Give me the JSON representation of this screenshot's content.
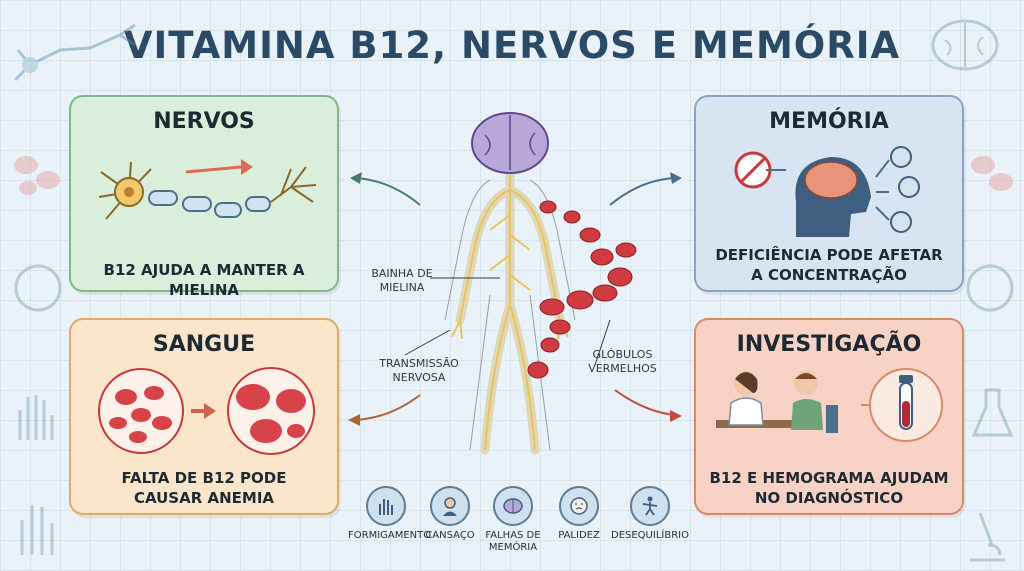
{
  "title": "VITAMINA B12, NERVOS E MEMÓRIA",
  "panels": {
    "nervos": {
      "heading": "NERVOS",
      "caption": "B12 AJUDA A MANTER A MIELINA"
    },
    "memoria": {
      "heading": "MEMÓRIA",
      "caption_line1": "DEFICIÊNCIA PODE AFETAR",
      "caption_line2": "A CONCENTRAÇÃO"
    },
    "sangue": {
      "heading": "SANGUE",
      "caption_line1": "FALTA DE B12 PODE",
      "caption_line2": "CAUSAR ANEMIA"
    },
    "investigacao": {
      "heading": "INVESTIGAÇÃO",
      "caption_line1": "B12 E HEMOGRAMA AJUDAM",
      "caption_line2": "NO DIAGNÓSTICO"
    }
  },
  "callouts": {
    "bainha_line1": "BAINHA DE",
    "bainha_line2": "MIELINA",
    "transmissao_line1": "TRANSMISSÃO",
    "transmissao_line2": "NERVOSA",
    "globulos_line1": "GLÓBULOS",
    "globulos_line2": "VERMELHOS"
  },
  "symptoms": [
    {
      "label": "FORMIGAMENTO",
      "icon": "hand-tingling-icon"
    },
    {
      "label": "CANSAÇO",
      "icon": "tired-person-icon"
    },
    {
      "label_line1": "FALHAS DE",
      "label_line2": "MEMÓRIA",
      "icon": "brain-icon"
    },
    {
      "label": "PALIDEZ",
      "icon": "pale-face-icon"
    },
    {
      "label": "DESEQUILÍBRIO",
      "icon": "balance-icon"
    }
  ],
  "colors": {
    "title": "#2b4a66",
    "nervos_bg": "#d9efdc",
    "memoria_bg": "#d9e4f2",
    "sangue_bg": "#fbe6cc",
    "investigacao_bg": "#f8d2c4",
    "blood_red": "#c8373b",
    "nerve_yellow": "#f2d98c"
  }
}
